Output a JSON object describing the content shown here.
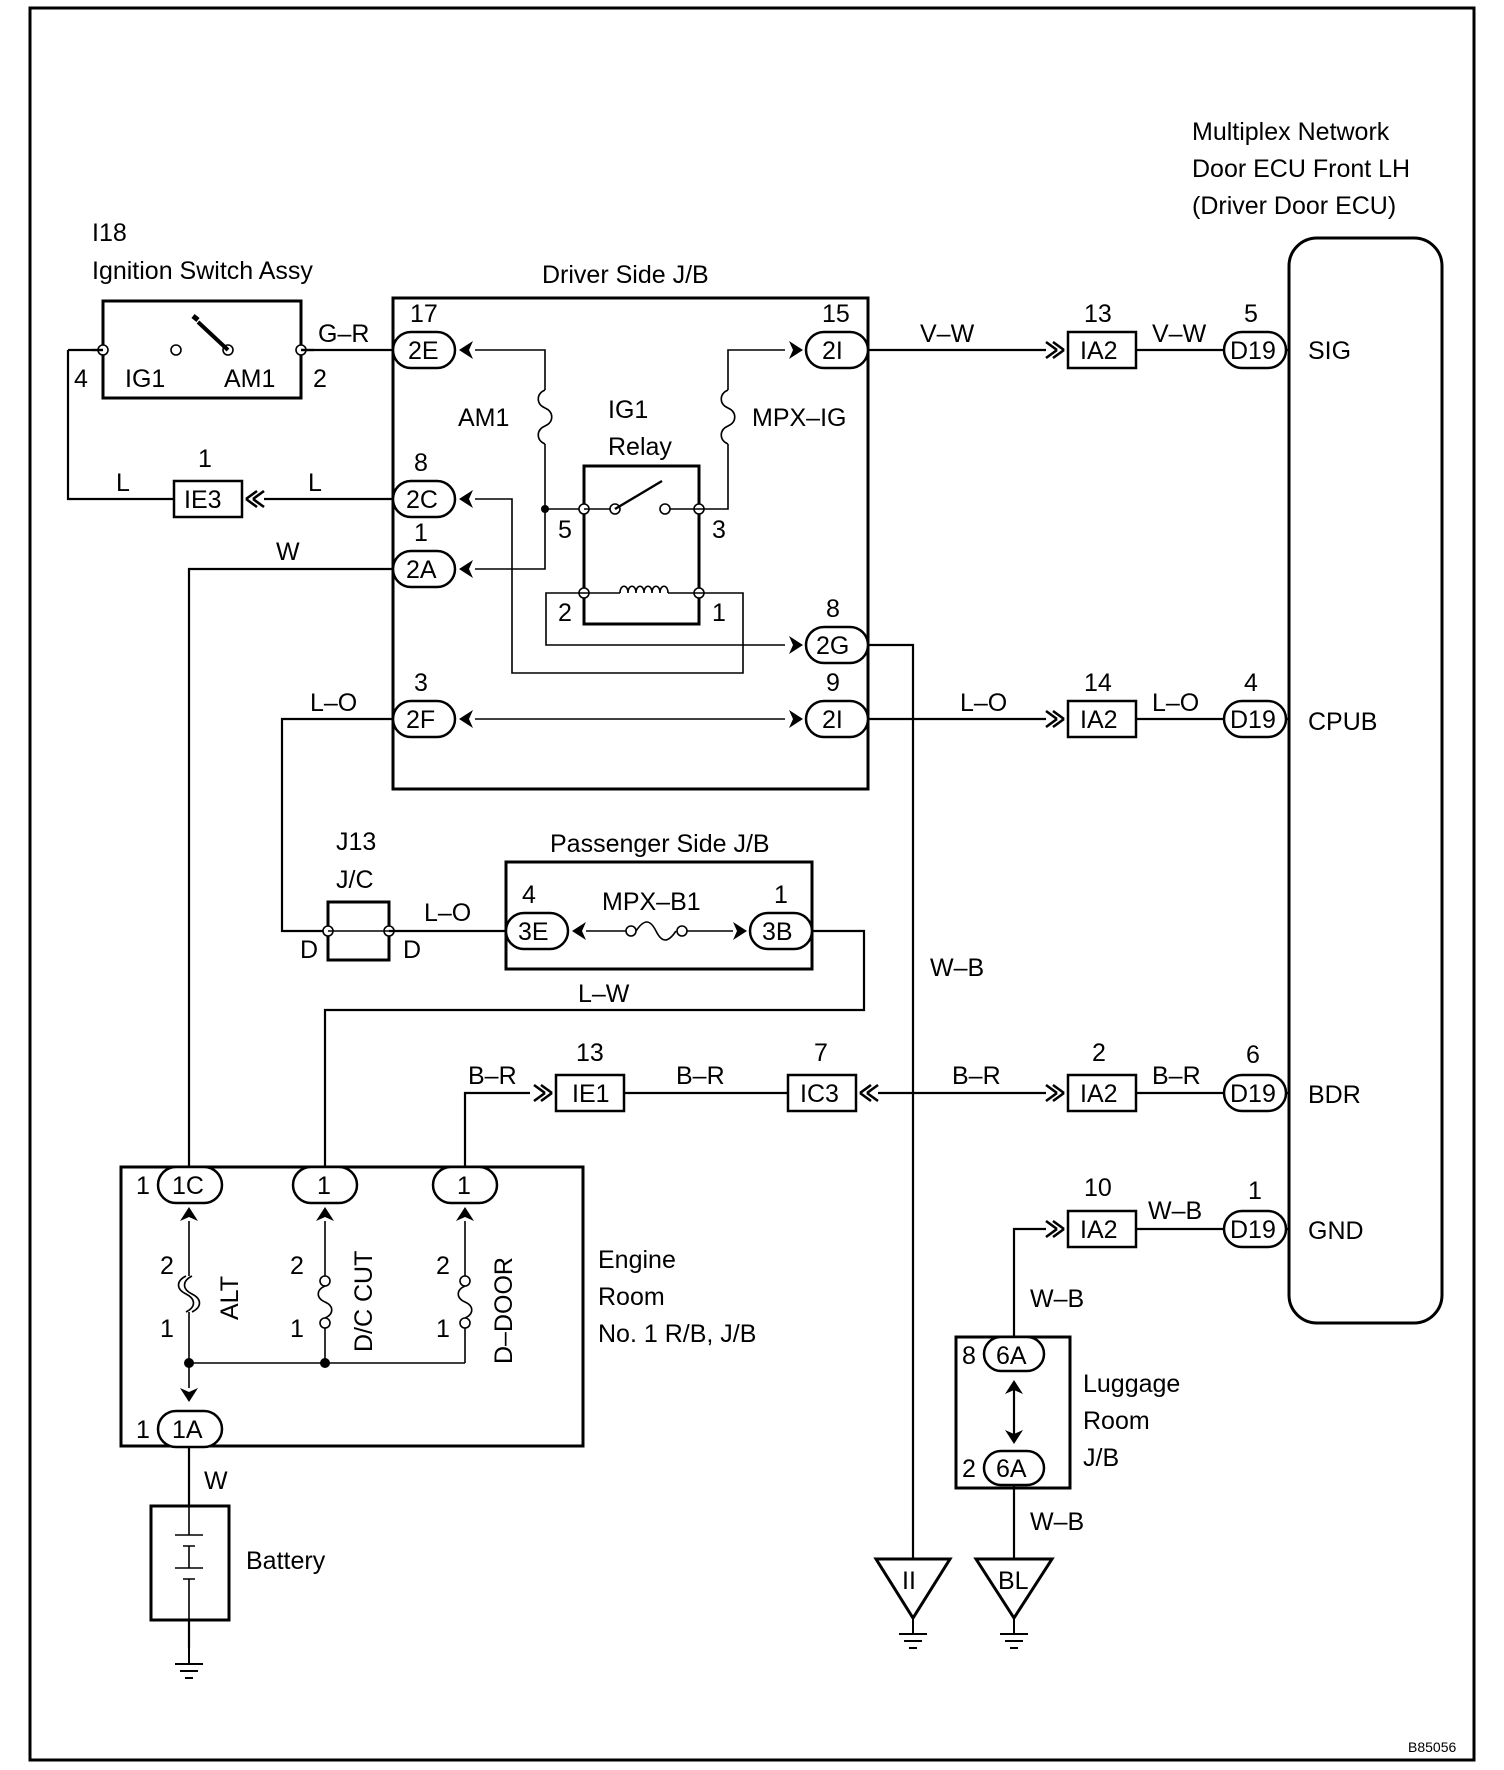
{
  "components": {
    "ignition_switch": {
      "code": "I18",
      "name": "Ignition Switch Assy",
      "left": "IG1",
      "right": "AM1",
      "pin_left": "4",
      "pin_right": "2"
    },
    "driver_jb": {
      "name": "Driver Side J/B",
      "am1": "AM1",
      "relay_l1": "IG1",
      "relay_l2": "Relay",
      "mpx_ig": "MPX–IG"
    },
    "ecu": {
      "line1": "Multiplex Network",
      "line2": "Door ECU Front LH",
      "line3": "(Driver Door ECU)",
      "sig": "SIG",
      "cpub": "CPUB",
      "bdr": "BDR",
      "gnd": "GND"
    },
    "passenger_jb": {
      "name": "Passenger Side J/B",
      "fuse": "MPX–B1"
    },
    "jc": {
      "code": "J13",
      "name": "J/C",
      "d_left": "D",
      "d_right": "D"
    },
    "engine_room": {
      "line1": "Engine",
      "line2": "Room",
      "line3": "No. 1 R/B, J/B",
      "fuse_alt": "ALT",
      "fuse_dc": "D/C CUT",
      "fuse_door": "D–DOOR"
    },
    "luggage": {
      "line1": "Luggage",
      "line2": "Room",
      "line3": "J/B"
    },
    "battery": {
      "name": "Battery"
    },
    "grounds": {
      "ii": "II",
      "bl": "BL"
    },
    "figure_code": "B85056"
  },
  "connectors": {
    "c2E": "2E",
    "c2C": "2C",
    "c2A": "2A",
    "c2F": "2F",
    "c2I_top": "2I",
    "c2G": "2G",
    "c2I_bot": "2I",
    "c3E": "3E",
    "c3B": "3B",
    "cIE3": "IE3",
    "cIE1": "IE1",
    "cIC3": "IC3",
    "cIA2_a": "IA2",
    "cIA2_b": "IA2",
    "cIA2_c": "IA2",
    "cIA2_d": "IA2",
    "cD19_a": "D19",
    "cD19_b": "D19",
    "cD19_c": "D19",
    "cD19_d": "D19",
    "c1C": "1C",
    "c1_dc": "1",
    "c1_door": "1",
    "c1A": "1A",
    "c6A_top": "6A",
    "c6A_bot": "6A"
  },
  "pins": {
    "p17": "17",
    "p8_2c": "8",
    "p1_2a": "1",
    "p3_2f": "3",
    "p15": "15",
    "p8_2g": "8",
    "p9": "9",
    "p1_ie3": "1",
    "p13_ia2": "13",
    "p5_d19": "5",
    "p14_ia2": "14",
    "p4_d19": "4",
    "p4_3e": "4",
    "p1_3b": "1",
    "p13_ie1": "13",
    "p7_ic3": "7",
    "p2_ia2": "2",
    "p6_d19": "6",
    "p10_ia2": "10",
    "p1_d19": "1",
    "p1_1c": "1",
    "p1_1a": "1",
    "p2_alt": "2",
    "p1_alt": "1",
    "p2_dc": "2",
    "p1_dc": "1",
    "p2_door": "2",
    "p1_door": "1",
    "p8_6a": "8",
    "p2_6a": "2",
    "relay5": "5",
    "relay3": "3",
    "relay2": "2",
    "relay1": "1"
  },
  "wires": {
    "gr": "G–R",
    "l_left": "L",
    "l_right": "L",
    "w_top": "W",
    "vw1": "V–W",
    "vw2": "V–W",
    "lo1": "L–O",
    "lo2": "L–O",
    "lo3": "L–O",
    "lo4": "L–O",
    "lw": "L–W",
    "wb_mid": "W–B",
    "br1": "B–R",
    "br2": "B–R",
    "br3": "B–R",
    "br4": "B–R",
    "wb1": "W–B",
    "wb2": "W–B",
    "wb3": "W–B",
    "w_bat": "W"
  }
}
